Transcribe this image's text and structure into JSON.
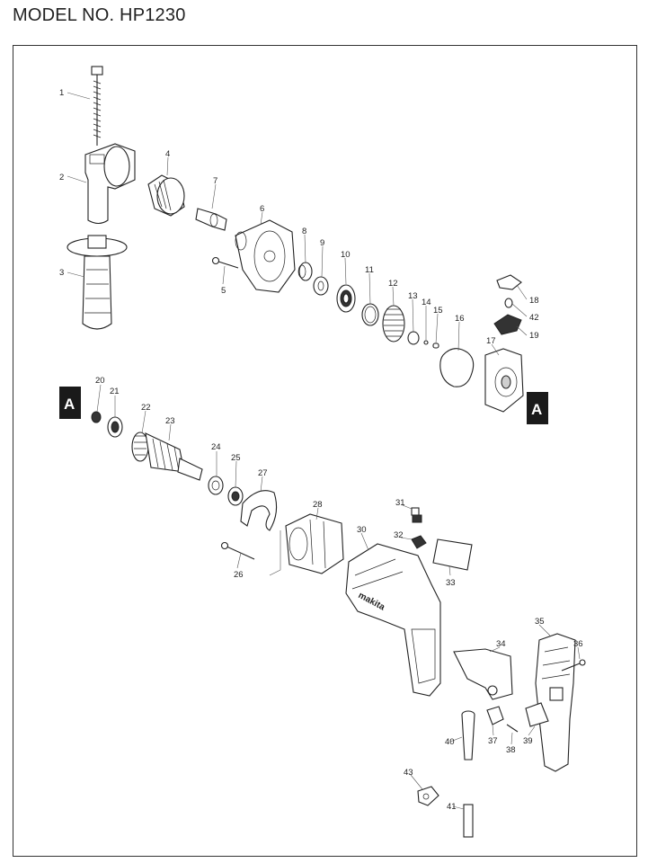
{
  "header": {
    "model": "MODEL NO. HP1230"
  },
  "section_markers": [
    "A",
    "A"
  ],
  "brand_text": "makita",
  "parts": [
    "1",
    "2",
    "3",
    "4",
    "5",
    "6",
    "7",
    "8",
    "9",
    "10",
    "11",
    "12",
    "13",
    "14",
    "15",
    "16",
    "17",
    "18",
    "19",
    "20",
    "21",
    "22",
    "23",
    "24",
    "25",
    "26",
    "27",
    "28",
    "30",
    "31",
    "32",
    "33",
    "34",
    "35",
    "36",
    "37",
    "38",
    "39",
    "40",
    "41",
    "42",
    "43"
  ]
}
